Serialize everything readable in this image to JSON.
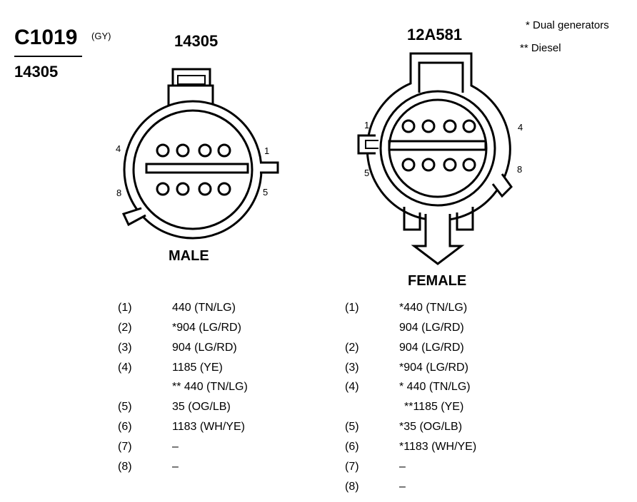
{
  "header": {
    "connector_id": "C1019",
    "color_code": "(GY)",
    "part_number": "14305"
  },
  "notes": {
    "dual_generators": "* Dual generators",
    "diesel": "** Diesel"
  },
  "male": {
    "part_number": "14305",
    "label": "MALE",
    "pin_labels": {
      "p1": "1",
      "p4": "4",
      "p5": "5",
      "p8": "8"
    },
    "pins": [
      {
        "num": "(1)",
        "circuit": "440 (TN/LG)"
      },
      {
        "num": "(2)",
        "circuit": "*904 (LG/RD)"
      },
      {
        "num": "(3)",
        "circuit": "904 (LG/RD)"
      },
      {
        "num": "(4)",
        "circuit": "1185 (YE)"
      },
      {
        "num": "",
        "circuit": "** 440 (TN/LG)"
      },
      {
        "num": "(5)",
        "circuit": "35 (OG/LB)"
      },
      {
        "num": "(6)",
        "circuit": "1183 (WH/YE)"
      },
      {
        "num": "(7)",
        "circuit": "–"
      },
      {
        "num": "(8)",
        "circuit": "–"
      }
    ]
  },
  "female": {
    "part_number": "12A581",
    "label": "FEMALE",
    "pin_labels": {
      "p1": "1",
      "p4": "4",
      "p5": "5",
      "p8": "8"
    },
    "pins": [
      {
        "num": "(1)",
        "circuit": "*440 (TN/LG)"
      },
      {
        "num": "",
        "circuit": "904 (LG/RD)"
      },
      {
        "num": "(2)",
        "circuit": "904 (LG/RD)"
      },
      {
        "num": "(3)",
        "circuit": "*904 (LG/RD)"
      },
      {
        "num": "(4)",
        "circuit": "* 440 (TN/LG)"
      },
      {
        "num": "",
        "circuit": "**1185 (YE)"
      },
      {
        "num": "(5)",
        "circuit": "*35 (OG/LB)"
      },
      {
        "num": "(6)",
        "circuit": "*1183 (WH/YE)"
      },
      {
        "num": "(7)",
        "circuit": "–"
      },
      {
        "num": "(8)",
        "circuit": "–"
      }
    ]
  }
}
